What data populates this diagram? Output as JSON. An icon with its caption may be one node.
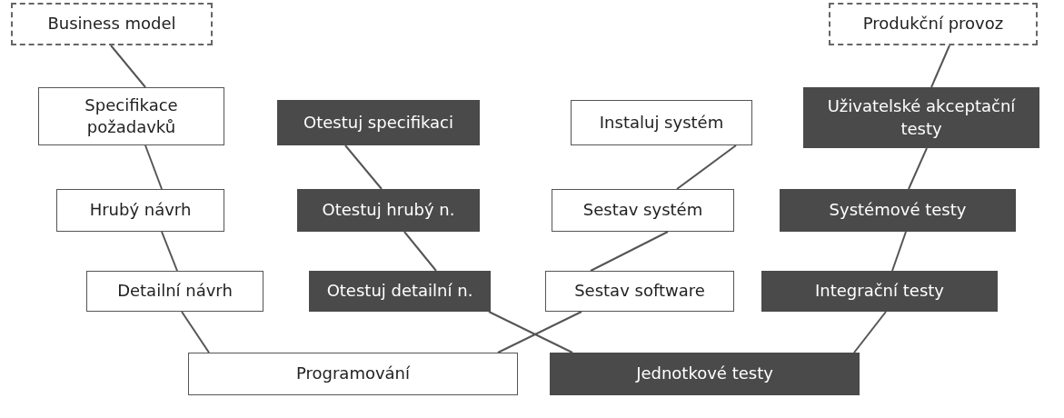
{
  "diagram": {
    "nodes": [
      {
        "text": [
          "Business model"
        ]
      },
      {
        "text": [
          "Produkční provoz"
        ]
      },
      {
        "text": [
          "Specifikace požadavků"
        ]
      },
      {
        "text": [
          "Otestuj specifikaci"
        ]
      },
      {
        "text": [
          "Instaluj systém"
        ]
      },
      {
        "text": [
          "Uživatelské akceptační testy"
        ]
      },
      {
        "text": [
          "Hrubý návrh"
        ]
      },
      {
        "text": [
          "Otestuj hrubý n."
        ]
      },
      {
        "text": [
          "Sestav systém"
        ]
      },
      {
        "text": [
          "Systémové testy"
        ]
      },
      {
        "text": [
          "Detailní návrh"
        ]
      },
      {
        "text": [
          "Otestuj detailní n."
        ]
      },
      {
        "text": [
          "Sestav software"
        ]
      },
      {
        "text": [
          "Integrační testy"
        ]
      },
      {
        "text": [
          "Programování"
        ]
      },
      {
        "text": [
          "Jednotkové testy"
        ]
      }
    ],
    "edges": [
      {
        "from": 0,
        "to": 2,
        "arrow": "none"
      },
      {
        "from": 2,
        "to": 6,
        "arrow": "none"
      },
      {
        "from": 6,
        "to": 10,
        "arrow": "none"
      },
      {
        "from": 10,
        "to": 14,
        "arrow": "none"
      },
      {
        "from": 14,
        "to": 12,
        "arrow": "none"
      },
      {
        "from": 12,
        "to": 8,
        "arrow": "none"
      },
      {
        "from": 8,
        "to": 4,
        "arrow": "none"
      },
      {
        "from": 3,
        "to": 7,
        "arrow": "none"
      },
      {
        "from": 7,
        "to": 11,
        "arrow": "none"
      },
      {
        "from": 11,
        "to": 15,
        "arrow": "none"
      },
      {
        "from": 15,
        "to": 13,
        "arrow": "none"
      },
      {
        "from": 13,
        "to": 9,
        "arrow": "none"
      },
      {
        "from": 9,
        "to": 5,
        "arrow": "none"
      },
      {
        "from": 5,
        "to": 1,
        "arrow": "none"
      }
    ]
  }
}
